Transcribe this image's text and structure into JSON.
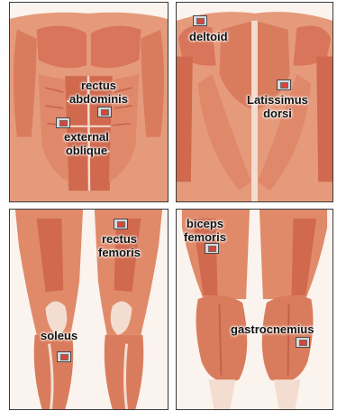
{
  "panels": [
    {
      "name": "front-torso",
      "labels": [
        {
          "id": "rectus-abdominis",
          "text": [
            "rectus",
            "abdominis"
          ]
        },
        {
          "id": "external-oblique",
          "text": [
            "external",
            "oblique"
          ]
        }
      ]
    },
    {
      "name": "back-torso",
      "labels": [
        {
          "id": "deltoid",
          "text": [
            "deltoid"
          ]
        },
        {
          "id": "latissimus-dorsi",
          "text": [
            "Latissimus",
            "dorsi"
          ]
        }
      ]
    },
    {
      "name": "front-legs",
      "labels": [
        {
          "id": "rectus-femoris",
          "text": [
            "rectus",
            "femoris"
          ]
        },
        {
          "id": "soleus",
          "text": [
            "soleus"
          ]
        }
      ]
    },
    {
      "name": "back-legs",
      "labels": [
        {
          "id": "biceps-femoris",
          "text": [
            "biceps",
            "femoris"
          ]
        },
        {
          "id": "gastrocnemius",
          "text": [
            "gastrocnemius"
          ]
        }
      ]
    }
  ],
  "colors": {
    "muscle": "#e08a6a",
    "muscle_dark": "#c96a4f",
    "tendon": "#f3ddd0",
    "border": "#3a3a3a",
    "marker": "#d9433a"
  }
}
